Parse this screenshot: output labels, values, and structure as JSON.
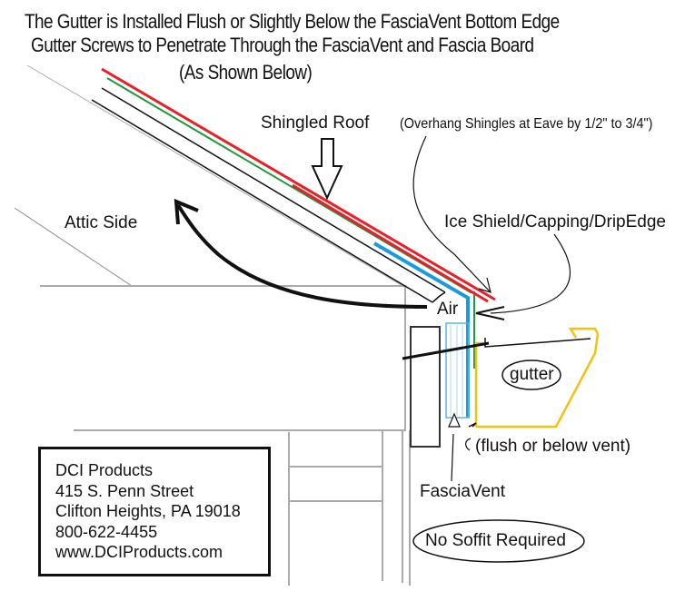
{
  "header": {
    "line1": "The Gutter is Installed Flush or Slightly Below the FasciaVent Bottom Edge",
    "line2": "Gutter Screws to Penetrate Through the FasciaVent and Fascia Board",
    "line3": "(As Shown Below)"
  },
  "labels": {
    "shingled_roof": "Shingled Roof",
    "overhang_note": "(Overhang Shingles at Eave by 1/2\" to 3/4\")",
    "attic_side": "Attic Side",
    "ice_shield": "Ice Shield/Capping/DripEdge",
    "air": "Air",
    "gutter": "gutter",
    "flush_note": "(flush or below vent)",
    "fasciavent": "FasciaVent",
    "no_soffit": "No Soffit Required"
  },
  "company": {
    "name": "DCI Products",
    "street": "415 S. Penn Street",
    "city": "Clifton Heights, PA 19018",
    "phone": "800-622-4455",
    "website": "www.DCIProducts.com"
  },
  "colors": {
    "shingle": "#e8202a",
    "underlayment": "#1a9a3a",
    "drip_edge": "#1a9ae0",
    "fasciavent": "#5ab4e8",
    "gutter": "#f5c010",
    "structure": "#aaaaaa",
    "ink": "#111111"
  }
}
